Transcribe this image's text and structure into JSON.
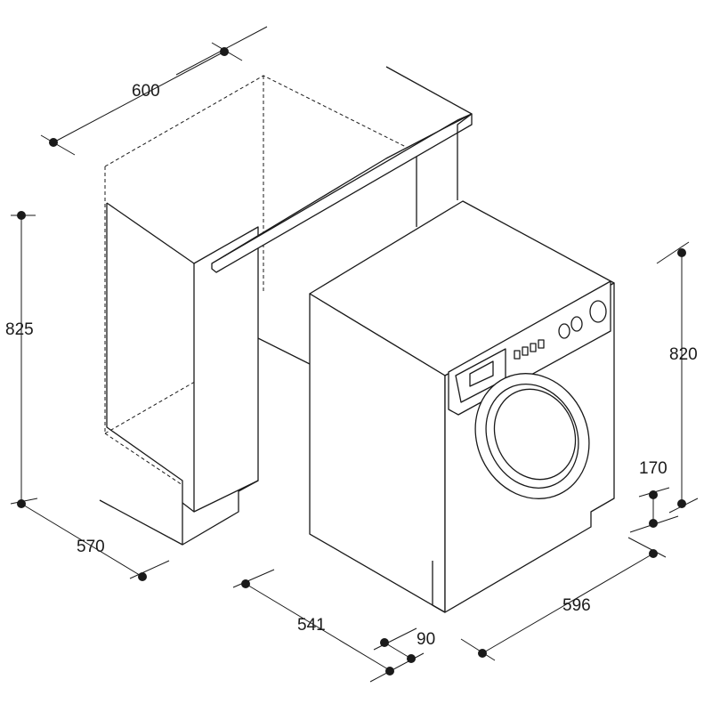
{
  "dimensions": {
    "countertop_width": "600",
    "cabinet_height": "825",
    "cabinet_depth": "570",
    "machine_depth": "541",
    "door_clearance": "90",
    "machine_width": "596",
    "machine_height": "820",
    "plinth_height": "170"
  },
  "colors": {
    "line": "#1a1a1a",
    "background": "#ffffff"
  }
}
